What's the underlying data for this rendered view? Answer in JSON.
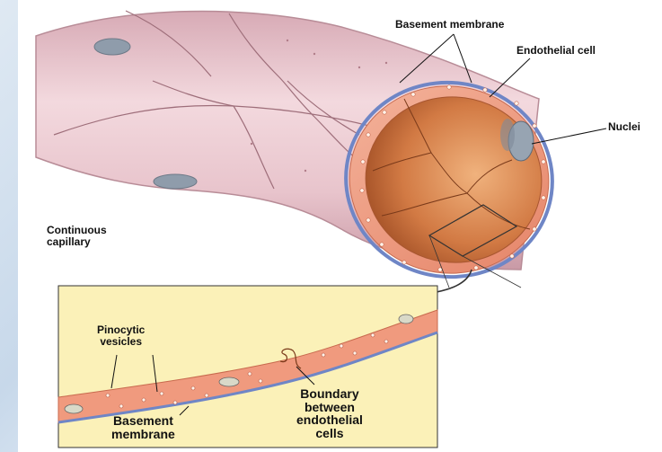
{
  "labels": {
    "basement_membrane_top": "Basement membrane",
    "endothelial_cell": "Endothelial cell",
    "nuclei": "Nuclei",
    "continuous_capillary": "Continuous\ncapillary",
    "pinocytic_vesicles": "Pinocytic\nvesicles",
    "basement_membrane_bottom": "Basement\nmembrane",
    "boundary": "Boundary\nbetween\nendothelial\ncells"
  },
  "colors": {
    "tube_outer": "#e9c8cf",
    "tube_outer_dark": "#caa0ac",
    "lumen_light": "#e39a62",
    "lumen_dark": "#b25a2a",
    "wall": "#ee9b7f",
    "membrane": "#6f86c6",
    "nucleus": "#9aa7b4",
    "inset_background": "#fbf1b8"
  }
}
